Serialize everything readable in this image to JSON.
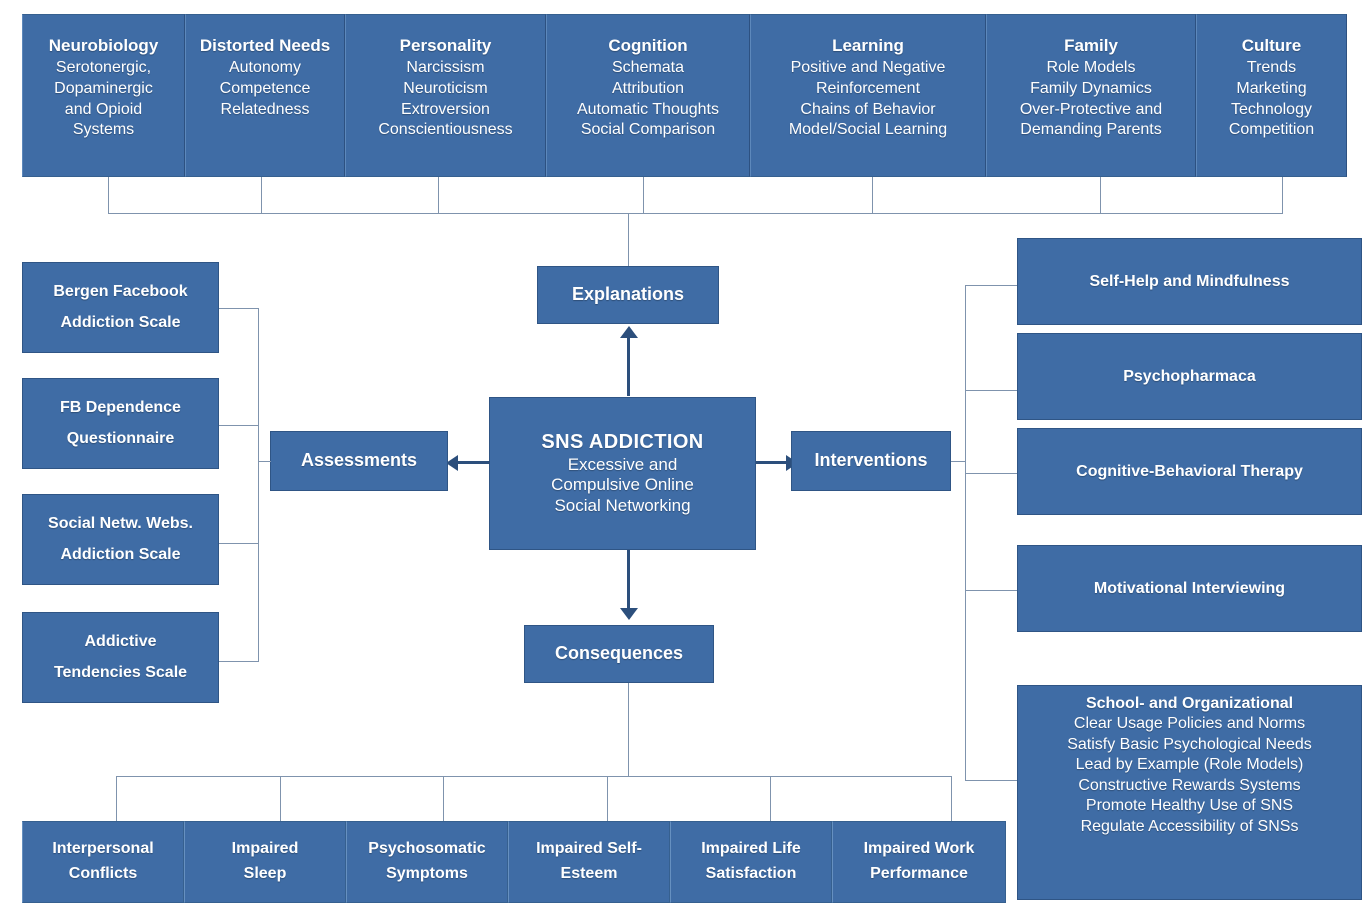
{
  "meta": {
    "diagram_title": "SNS Addiction framework",
    "accent_color": "#3f6ca5",
    "connector_color": "#7f93ad",
    "arrow_color": "#2c4f7c",
    "text_color": "#ffffff"
  },
  "center": {
    "title": "SNS ADDICTION",
    "lines": [
      "Excessive and",
      "Compulsive Online",
      "Social Networking"
    ]
  },
  "hubs": {
    "explanations": "Explanations",
    "assessments": "Assessments",
    "interventions": "Interventions",
    "consequences": "Consequences"
  },
  "explanations_factors": [
    {
      "heading": "Neurobiology",
      "lines": [
        "Serotonergic,",
        "Dopaminergic",
        "and Opioid",
        "Systems"
      ]
    },
    {
      "heading": "Distorted Needs",
      "lines": [
        "Autonomy",
        "Competence",
        "Relatedness"
      ]
    },
    {
      "heading": "Personality",
      "lines": [
        "Narcissism",
        "Neuroticism",
        "Extroversion",
        "Conscientiousness"
      ]
    },
    {
      "heading": "Cognition",
      "lines": [
        "Schemata",
        "Attribution",
        "Automatic Thoughts",
        "Social Comparison"
      ]
    },
    {
      "heading": "Learning",
      "lines": [
        "Positive and Negative",
        "Reinforcement",
        "Chains of Behavior",
        "Model/Social Learning"
      ]
    },
    {
      "heading": "Family",
      "lines": [
        "Role Models",
        "Family Dynamics",
        "Over-Protective and",
        "Demanding Parents"
      ]
    },
    {
      "heading": "Culture",
      "lines": [
        "Trends",
        "Marketing",
        "Technology",
        "Competition"
      ]
    }
  ],
  "assessments_items": [
    {
      "lines": [
        "Bergen Facebook",
        "Addiction Scale"
      ]
    },
    {
      "lines": [
        "FB Dependence",
        "Questionnaire"
      ]
    },
    {
      "lines": [
        "Social Netw. Webs.",
        "Addiction Scale"
      ]
    },
    {
      "lines": [
        "Addictive",
        "Tendencies Scale"
      ]
    }
  ],
  "interventions_items": [
    {
      "heading": "Self-Help and Mindfulness",
      "lines": []
    },
    {
      "heading": "Psychopharmaca",
      "lines": []
    },
    {
      "heading": "Cognitive-Behavioral Therapy",
      "lines": []
    },
    {
      "heading": "Motivational Interviewing",
      "lines": []
    },
    {
      "heading": "School- and Organizational",
      "lines": [
        "Clear Usage Policies and Norms",
        "Satisfy Basic Psychological Needs",
        "Lead by Example (Role Models)",
        "Constructive Rewards Systems",
        "Promote Healthy Use of SNS",
        "Regulate Accessibility of SNSs"
      ]
    }
  ],
  "consequences_items": [
    {
      "lines": [
        "Interpersonal",
        "Conflicts"
      ]
    },
    {
      "lines": [
        "Impaired",
        "Sleep"
      ]
    },
    {
      "lines": [
        "Psychosomatic",
        "Symptoms"
      ]
    },
    {
      "lines": [
        "Impaired Self-",
        "Esteem"
      ]
    },
    {
      "lines": [
        "Impaired Life",
        "Satisfaction"
      ]
    },
    {
      "lines": [
        "Impaired Work",
        "Performance"
      ]
    }
  ]
}
